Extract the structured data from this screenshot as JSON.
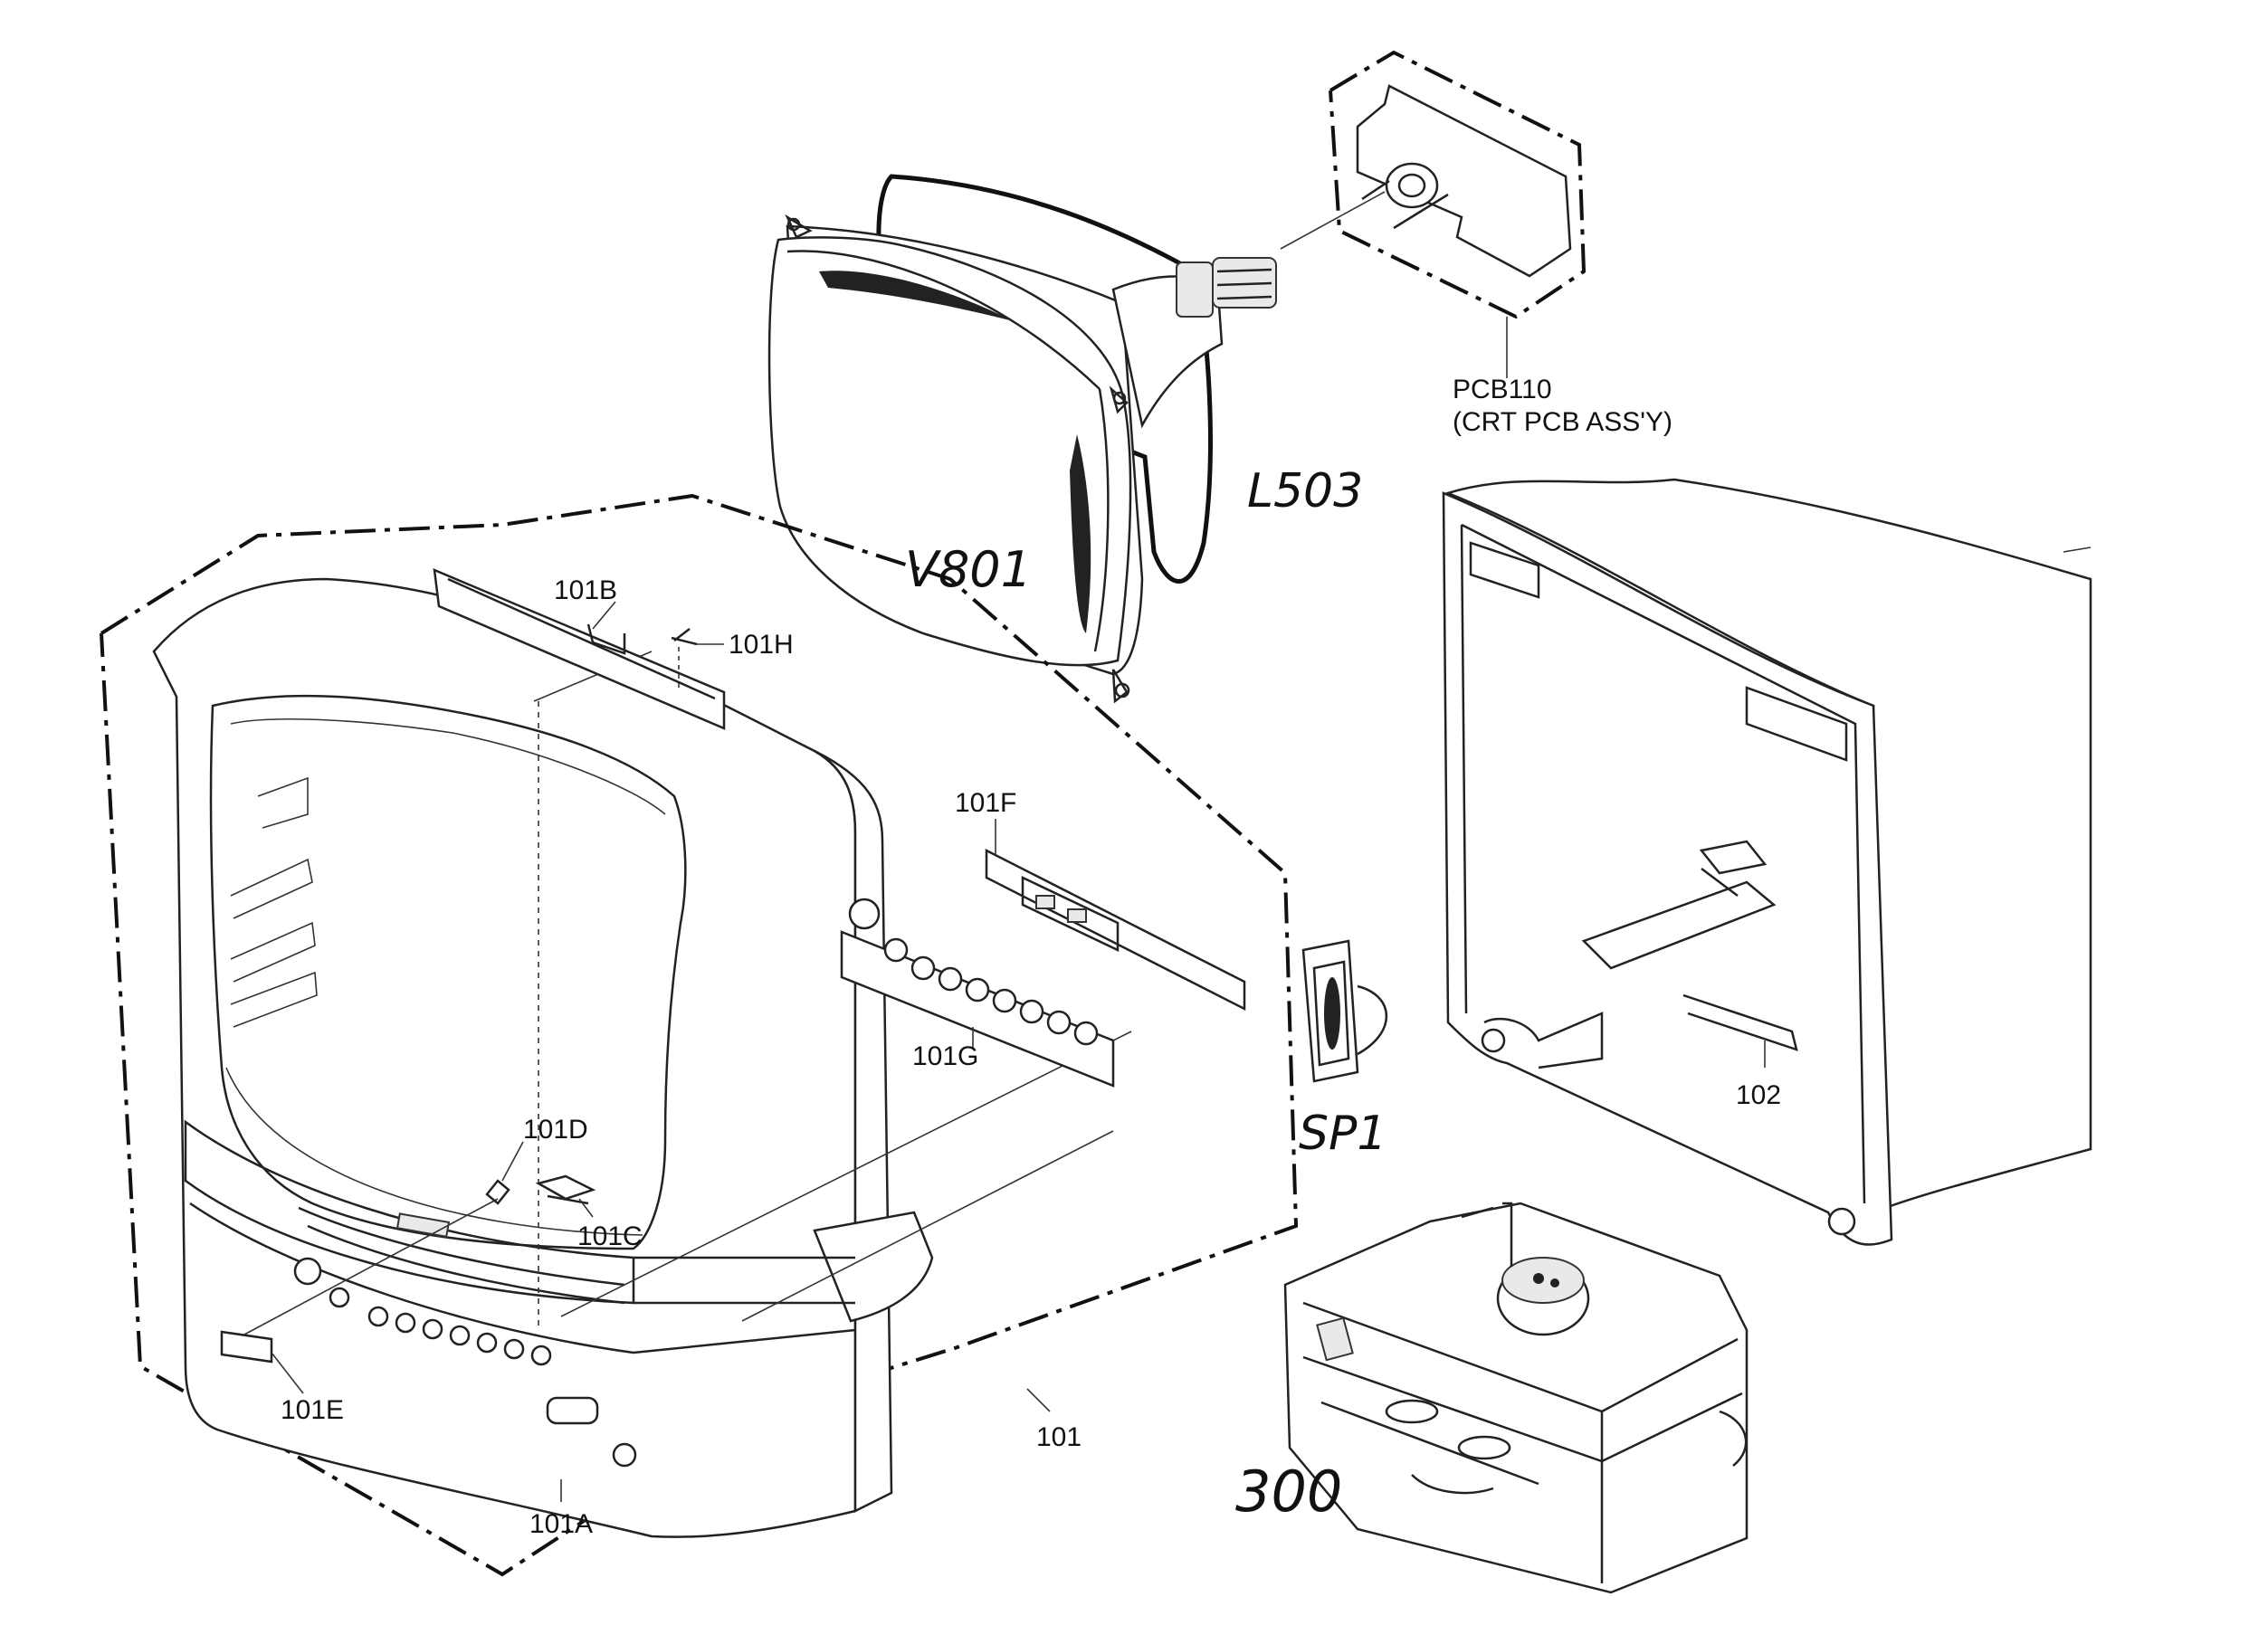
{
  "diagram": {
    "part_labels": {
      "p101": "101",
      "p101A": "101A",
      "p101B": "101B",
      "p101C": "101C",
      "p101D": "101D",
      "p101E": "101E",
      "p101F": "101F",
      "p101G": "101G",
      "p101H": "101H",
      "p102": "102",
      "pcb110": "PCB110",
      "pcb110_desc": "(CRT PCB ASS'Y)"
    },
    "handwritten_labels": {
      "v801": "V801",
      "l503": "L503",
      "sp1": "SP1",
      "p300": "300"
    }
  }
}
